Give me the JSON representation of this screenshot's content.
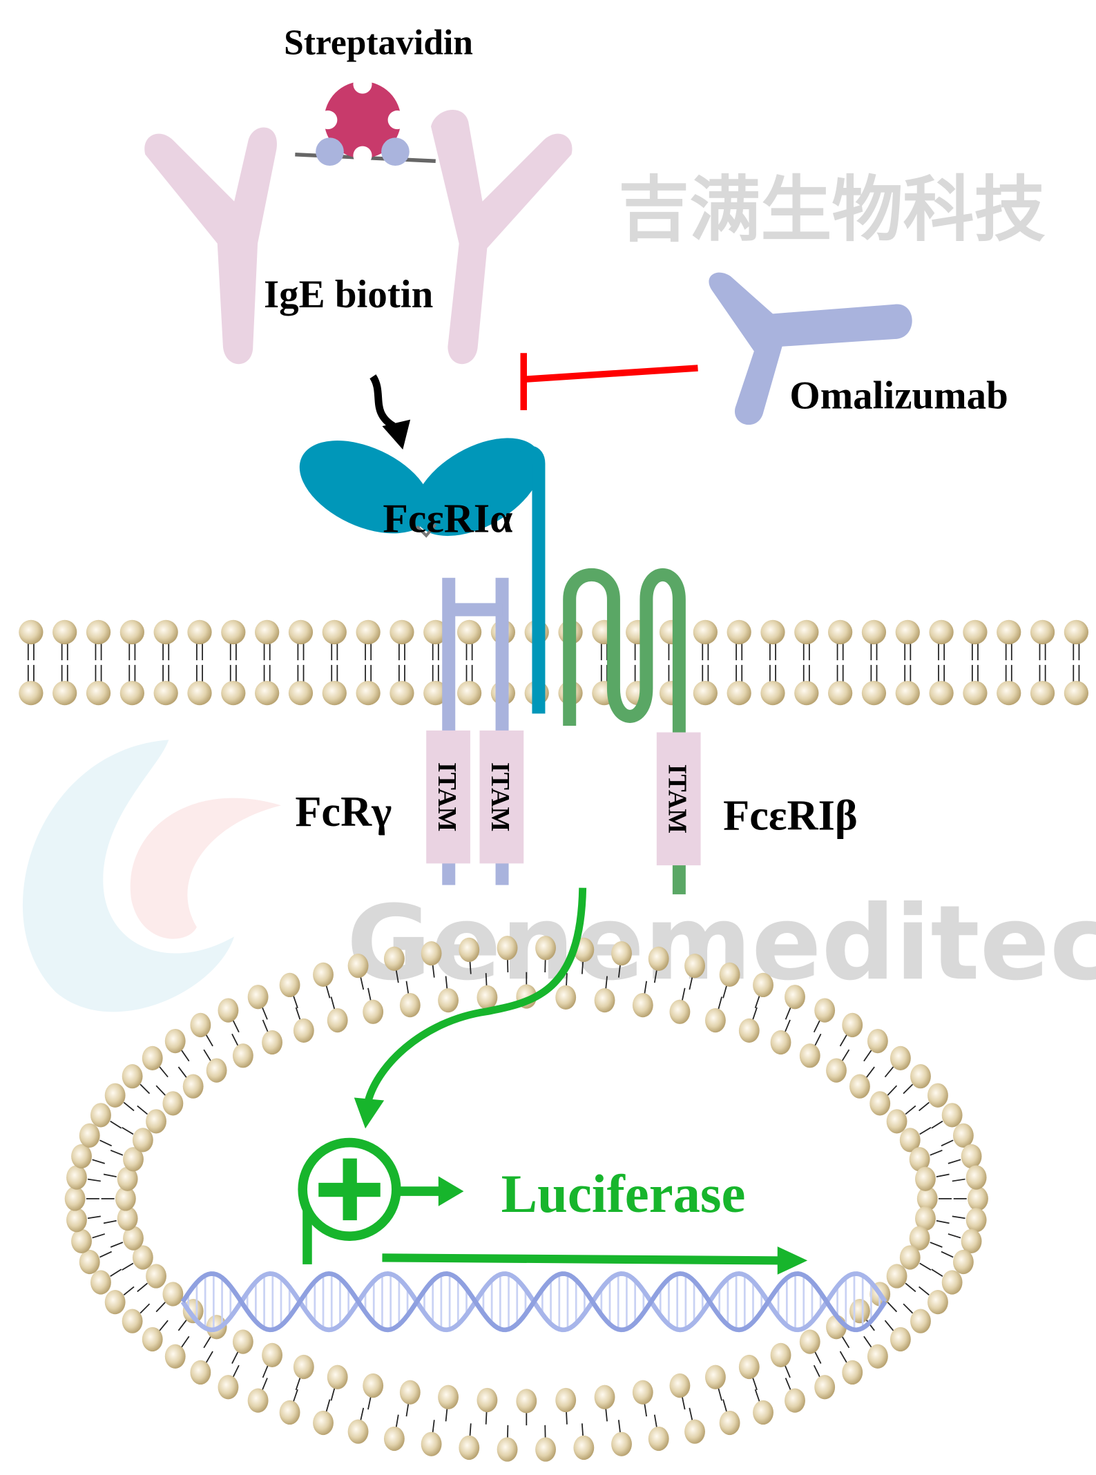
{
  "labels": {
    "streptavidin": "Streptavidin",
    "ige_biotin": "IgE biotin",
    "omalizumab": "Omalizumab",
    "fceri_alpha": "FcεRIα",
    "fcr_gamma": "FcRγ",
    "fceri_beta": "FcεRIβ",
    "itam": "ITAM",
    "luciferase": "Luciferase"
  },
  "watermark": {
    "chinese": "吉满生物科技",
    "english": "Genemeditech"
  },
  "colors": {
    "antibody_ige": "#ead3e2",
    "streptavidin": "#c83a6b",
    "biotin": "#aab4dd",
    "omalizumab": "#a9b3dd",
    "inhibit": "#ff0000",
    "alpha_chain": "#0097b9",
    "gamma_chain": "#a9b3dd",
    "beta_chain": "#5aa765",
    "itam_box": "#ead3e2",
    "signal": "#17b52c",
    "lipid_head": "#c8b58a",
    "dna": "#a7b5ea"
  }
}
